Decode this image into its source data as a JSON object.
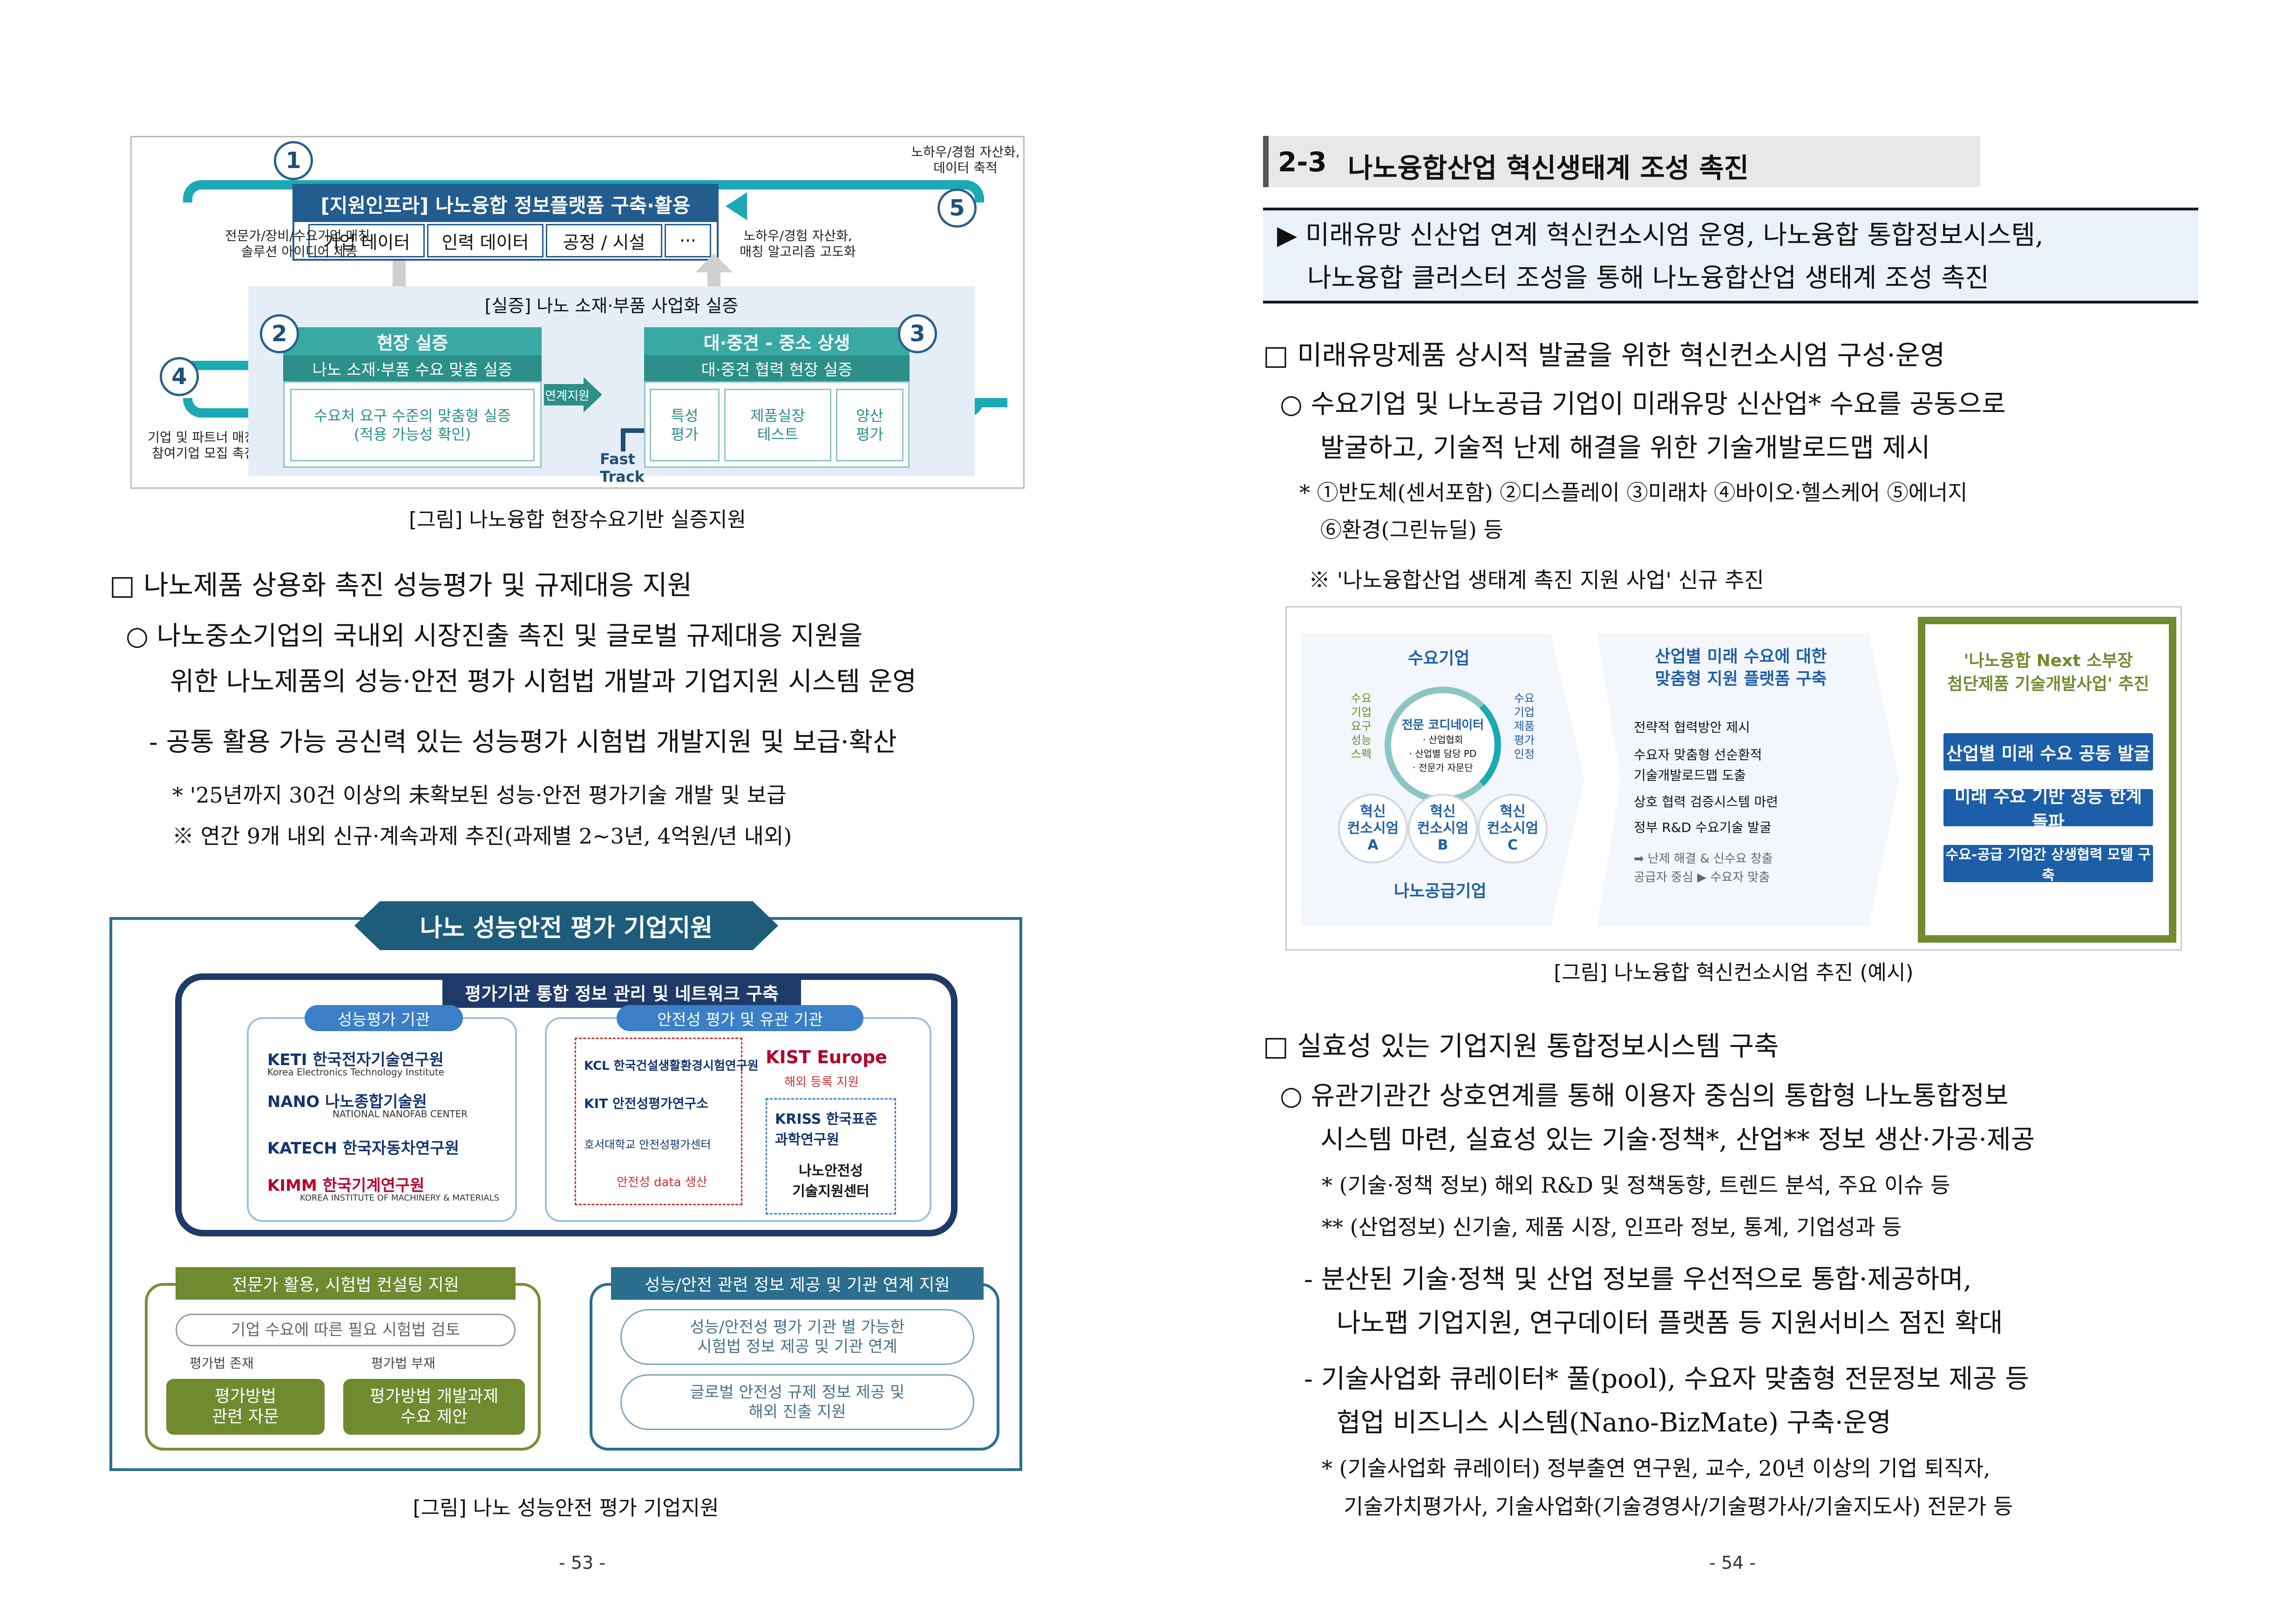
{
  "left_page": {
    "fig1": {
      "infra_title": "[지원인프라] 나노융합 정보플랫폼 구축·활용",
      "infra_cells": [
        "기업 데이터",
        "인력 데이터",
        "공정 / 시설",
        "···"
      ],
      "num1": "1",
      "num2": "2",
      "num3": "3",
      "num4": "4",
      "num5": "5",
      "note_left": "전문가/장비/수요기업 매칭,\n솔루션 아이디어 제공",
      "note_mid": "노하우/경험 자산화,\n매칭 알고리즘 고도화",
      "note_right": "노하우/경험 자산화,\n데이터 축적",
      "note_bottom_left": "기업 및 파트너 매칭,\n참여기업 모집 촉진",
      "demo_title": "[실증] 나노 소재·부품 사업화 실증",
      "field_head": "현장 실증",
      "field_sub": "나노 소재·부품 수요 맞춤 실증",
      "field_cell": "수요처 요구 수준의 맞춤형 실증\n(적용 가능성 확인)",
      "link_label": "연계지원",
      "fast_track": "Fast Track",
      "coop_head": "대·중견 - 중소 상생",
      "coop_sub": "대·중견 협력 현장 실증",
      "coop_cells": [
        "특성\n평가",
        "제품실장\n테스트",
        "양산\n평가"
      ]
    },
    "fig1_caption": "[그림] 나노융합 현장수요기반 실증지원",
    "sec_heading": "□ 나노제품 상용화 촉진 성능평가 및 규제대응 지원",
    "bullet_1a": "○ 나노중소기업의 국내외 시장진출 촉진 및 글로벌 규제대응 지원을",
    "bullet_1b": "위한 나노제품의 성능·안전 평가 시험법 개발과 기업지원 시스템 운영",
    "dash_1": "- 공통 활용 가능 공신력 있는 성능평가 시험법 개발지원 및 보급·확산",
    "star_1": "* '25년까지 30건 이상의 未확보된 성능·안전 평가기술 개발 및 보급",
    "ref_1": "※ 연간 9개 내외 신규·계속과제 추진(과제별 2~3년, 4억원/년 내외)",
    "fig2": {
      "banner": "나노 성능안전 평가 기업지원",
      "navy_head": "평가기관 통합 정보 관리 및 네트워크 구축",
      "perf_pill": "성능평가 기관",
      "safe_pill": "안전성 평가 및 유관 기관",
      "perf_logos": [
        "KETI 한국전자기술연구원",
        "NANO 나노종합기술원",
        "KATECH 한국자동차연구원",
        "KIMM 한국기계연구원"
      ],
      "perf_logo_subs": [
        "Korea Electronics Technology Institute",
        "NATIONAL NANOFAB CENTER",
        "",
        "KOREA INSTITUTE OF MACHINERY & MATERIALS"
      ],
      "kcl": "KCL 한국건설생활환경시험연구원",
      "kit": "KIT 안전성평가연구소",
      "hoseo": "호서대학교 안전성평가센터",
      "safe_data": "안전성 data 생산",
      "kist": "KIST Europe",
      "overseas": "해외 등록 지원",
      "kriss": "KRISS 한국표준과학연구원",
      "nano_center": "나노안전성\n기술지원센터",
      "left_head": "전문가 활용, 시험법 컨설팅 지원",
      "left_oval": "기업 수요에 따른 필요 시험법 검토",
      "exist": "평가법 존재",
      "absent": "평가법 부재",
      "btn_a": "평가방법\n관련 자문",
      "btn_b": "평가방법 개발과제\n수요 제안",
      "right_head": "성능/안전 관련 정보 제공 및 기관 연계 지원",
      "right_oval1": "성능/안전성 평가 기관 별 가능한\n시험법 정보 제공 및 기관 연계",
      "right_oval2": "글로벌 안전성 규제 정보 제공 및\n해외 진출 지원"
    },
    "fig2_caption": "[그림] 나노 성능안전 평가 기업지원",
    "page_no": "- 53 -"
  },
  "right_page": {
    "sec_num": "2-3",
    "sec_title": "나노융합산업 혁신생태계 조성 촉진",
    "summary_1": "▶ 미래유망 신산업 연계 혁신컨소시엄 운영, 나노융합 통합정보시스템,",
    "summary_2": "나노융합 클러스터 조성을 통해 나노융합산업 생태계 조성 촉진",
    "sq1": "□ 미래유망제품 상시적 발굴을 위한 혁신컨소시엄 구성·운영",
    "b1a": "○ 수요기업 및 나노공급 기업이 미래유망 신산업* 수요를 공동으로",
    "b1b": "발굴하고, 기술적 난제 해결을 위한 기술개발로드맵 제시",
    "s1a": "* ①반도체(센서포함) ②디스플레이 ③미래차 ④바이오·헬스케어 ⑤에너지",
    "s1b": "⑥환경(그린뉴딜) 등",
    "r1": "※ '나노융합산업 생태계 촉진 지원 사업' 신규 추진",
    "fig3": {
      "demand": "수요기업",
      "supply": "나노공급기업",
      "coord": "전문 코디네이터",
      "coord_list": [
        "· 산업협회",
        "· 산업별 담당 PD",
        "· 전문가 자문단"
      ],
      "left_vert": "수요\n기업\n요구\n성능\n스펙",
      "right_vert": "수요\n기업\n제품\n평가\n인정",
      "cons": [
        "혁신\n컨소시엄\nA",
        "혁신\n컨소시엄\nB",
        "혁신\n컨소시엄\nC"
      ],
      "mid_title": "산업별 미래 수요에 대한\n맞춤형 지원 플랫폼 구축",
      "mid_items": [
        "전략적 협력방안 제시",
        "수요자 맞춤형 선순환적\n기술개발로드맵 도출",
        "상호 협력 검증시스템 마련",
        "정부 R&D 수요기술 발굴"
      ],
      "mid_foot": "➡ 난제 해결 & 신수요 창출\n공급자 중심 ▶ 수요자 맞춤",
      "right_title": "'나노융합 Next 소부장\n첨단제품 기술개발사업' 추진",
      "right_btns": [
        "산업별 미래 수요 공동 발굴",
        "미래 수요 기반 성능 한계 돌파",
        "수요-공급 기업간 상생협력 모델 구축"
      ]
    },
    "fig3_caption": "[그림] 나노융합 혁신컨소시엄 추진 (예시)",
    "sq2": "□ 실효성 있는 기업지원 통합정보시스템 구축",
    "b2a": "○ 유관기관간 상호연계를 통해 이용자 중심의 통합형 나노통합정보",
    "b2b": "시스템 마련, 실효성 있는 기술·정책*, 산업** 정보 생산·가공·제공",
    "s2a": "* (기술·정책 정보) 해외 R&D 및 정책동향, 트렌드 분석, 주요 이슈 등",
    "s2b": "** (산업정보) 신기술, 제품 시장, 인프라 정보, 통계, 기업성과 등",
    "d2a": "- 분산된 기술·정책 및 산업 정보를 우선적으로 통합·제공하며,",
    "d2b": "나노팹 기업지원, 연구데이터 플랫폼 등 지원서비스 점진 확대",
    "d3a": "- 기술사업화 큐레이터* 풀(pool), 수요자 맞춤형 전문정보 제공 등",
    "d3b": "협업 비즈니스 시스템(Nano-BizMate) 구축·운영",
    "s3a": "* (기술사업화 큐레이터) 정부출연 연구원, 교수, 20년 이상의 기업 퇴직자,",
    "s3b": "기술가치평가사, 기술사업화(기술경영사/기술평가사/기술지도사) 전문가 등",
    "page_no": "- 54 -"
  },
  "colors": {
    "teal": "#1ba9b3",
    "navy": "#1e3a68",
    "olive": "#6f8a2f",
    "blue": "#1d5ea8"
  }
}
